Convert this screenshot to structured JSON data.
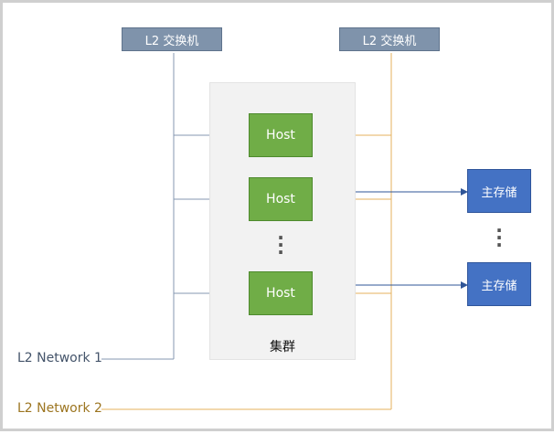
{
  "colors": {
    "network1": "#8497b0",
    "network2": "#e5b25d",
    "switch_fill": "#7f93ab",
    "host_fill": "#70ad47",
    "storage_fill": "#4472c4",
    "cluster_fill": "#f2f2f2",
    "arrow": "#2f5597",
    "network1_text": "#44546a",
    "network2_text": "#9c7520"
  },
  "switches": [
    {
      "label": "L2 交换机"
    },
    {
      "label": "L2 交换机"
    }
  ],
  "cluster": {
    "label": "集群",
    "hosts": [
      {
        "label": "Host"
      },
      {
        "label": "Host"
      },
      {
        "label": "Host"
      }
    ],
    "ellipsis": "·\n·\n·"
  },
  "storages": [
    {
      "label": "主存储"
    },
    {
      "label": "主存储"
    }
  ],
  "storage_ellipsis": "·\n·\n·",
  "networks": [
    {
      "label": "L2 Network 1"
    },
    {
      "label": "L2 Network 2"
    }
  ]
}
